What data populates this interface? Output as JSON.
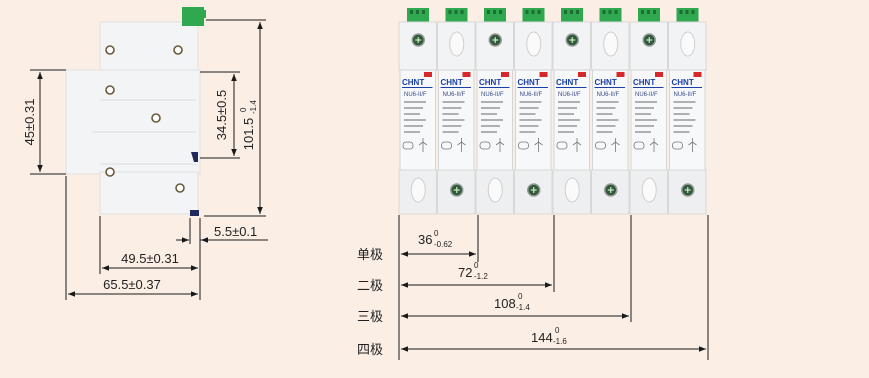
{
  "colors": {
    "background": "#fbeee5",
    "line": "#1a1a1a",
    "module_body": "#f4f5f7",
    "terminal_green": "#2fa84f",
    "brand_blue": "#1a3fa8",
    "brand_red": "#d6282b"
  },
  "side_view": {
    "dim_height_left": "45±0.31",
    "dim_mid": {
      "base": "34.5±0.5"
    },
    "dim_total": {
      "base": "101.5",
      "sup": "0",
      "sub": "-1.4"
    },
    "dim_rail": "5.5±0.1",
    "dim_depth1": "49.5±0.31",
    "dim_depth2": "65.5±0.37"
  },
  "front_view": {
    "module_brand": "CHNT",
    "module_model": "NU6-II/F",
    "module_count": 8,
    "poles": [
      {
        "label": "单极",
        "dim_base": "36",
        "sup": "0",
        "sub": "-0.62"
      },
      {
        "label": "二极",
        "dim_base": "72",
        "sup": "0",
        "sub": "-1.2"
      },
      {
        "label": "三极",
        "dim_base": "108",
        "sup": "0",
        "sub": "-1.4"
      },
      {
        "label": "四极",
        "dim_base": "144",
        "sup": "0",
        "sub": "-1.6"
      }
    ]
  }
}
